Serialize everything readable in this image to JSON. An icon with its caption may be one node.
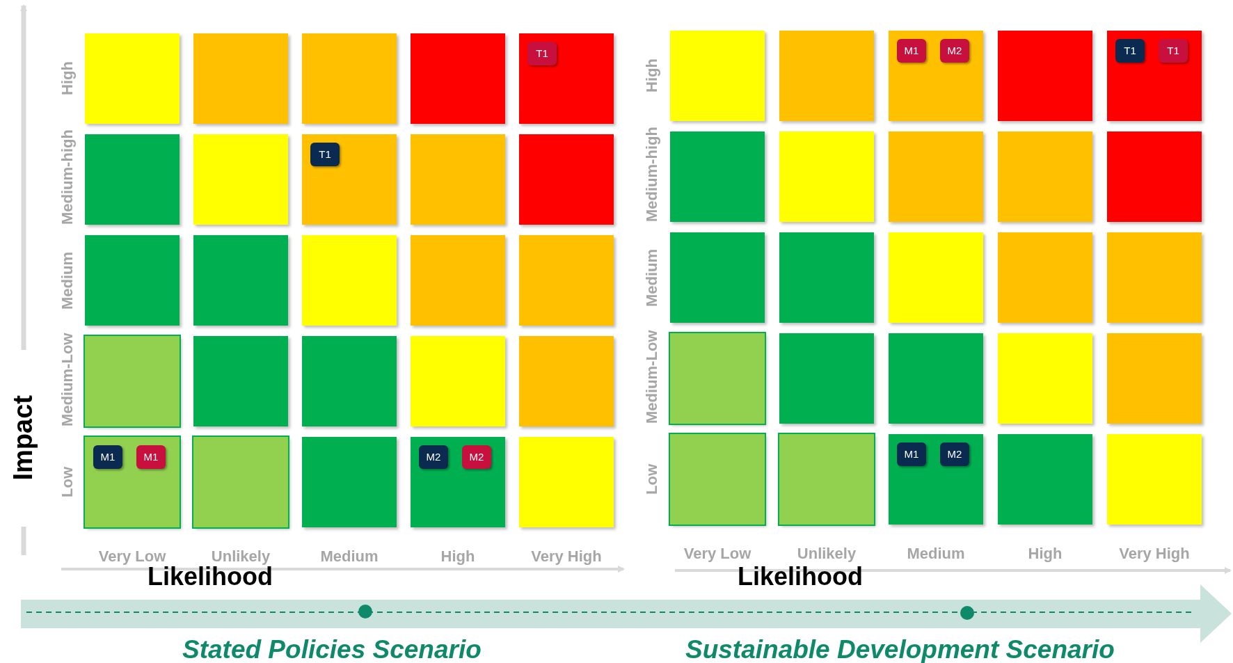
{
  "diagram": {
    "nodes": [
      {
        "text": [],
        "shape": "box"
      },
      {
        "text": [],
        "shape": "box"
      },
      {
        "text": [],
        "shape": "box"
      },
      {
        "text": [],
        "shape": "box"
      },
      {
        "text": [],
        "shape": "box"
      },
      {
        "text": [
          "T1"
        ],
        "in": 4
      },
      {
        "text": [],
        "shape": "box"
      },
      {
        "text": [],
        "shape": "box"
      },
      {
        "text": [],
        "shape": "box"
      },
      {
        "text": [
          "T1"
        ],
        "in": 8
      },
      {
        "text": [],
        "shape": "box"
      },
      {
        "text": [],
        "shape": "box"
      },
      {
        "text": [],
        "shape": "box"
      },
      {
        "text": [],
        "shape": "box"
      },
      {
        "text": [],
        "shape": "box"
      },
      {
        "text": [],
        "shape": "box"
      },
      {
        "text": [],
        "shape": "box"
      },
      {
        "text": [],
        "shape": "box"
      },
      {
        "text": [],
        "shape": "box"
      },
      {
        "text": [],
        "shape": "box"
      },
      {
        "text": [],
        "shape": "box"
      },
      {
        "text": [],
        "shape": "box"
      },
      {
        "text": [],
        "shape": "box"
      },
      {
        "text": [
          "M1"
        ],
        "in": 22
      },
      {
        "text": [
          "M1"
        ],
        "in": 22
      },
      {
        "text": [],
        "shape": "box"
      },
      {
        "text": [],
        "shape": "box"
      },
      {
        "text": [],
        "shape": "box"
      },
      {
        "text": [
          "M2"
        ],
        "in": 27
      },
      {
        "text": [
          "M2"
        ],
        "in": 27
      },
      {
        "text": [],
        "shape": "box"
      },
      {
        "text": [],
        "shape": "box"
      },
      {
        "text": [],
        "shape": "box"
      },
      {
        "text": [],
        "shape": "box"
      },
      {
        "text": [
          "M1"
        ],
        "in": 33
      },
      {
        "text": [
          "M2"
        ],
        "in": 33
      },
      {
        "text": [],
        "shape": "box"
      },
      {
        "text": [],
        "shape": "box"
      },
      {
        "text": [
          "T1"
        ],
        "in": 37
      },
      {
        "text": [
          "T1"
        ],
        "in": 37
      },
      {
        "text": [],
        "shape": "box"
      },
      {
        "text": [],
        "shape": "box"
      },
      {
        "text": [],
        "shape": "box"
      },
      {
        "text": [],
        "shape": "box"
      },
      {
        "text": [],
        "shape": "box"
      },
      {
        "text": [],
        "shape": "box"
      },
      {
        "text": [],
        "shape": "box"
      },
      {
        "text": [],
        "shape": "box"
      },
      {
        "text": [],
        "shape": "box"
      },
      {
        "text": [],
        "shape": "box"
      },
      {
        "text": [],
        "shape": "box"
      },
      {
        "text": [],
        "shape": "box"
      },
      {
        "text": [],
        "shape": "box"
      },
      {
        "text": [],
        "shape": "box"
      },
      {
        "text": [],
        "shape": "box"
      },
      {
        "text": [],
        "shape": "box"
      },
      {
        "text": [],
        "shape": "box"
      },
      {
        "text": [],
        "shape": "box"
      },
      {
        "text": [
          "M1"
        ],
        "in": 57
      },
      {
        "text": [
          "M2"
        ],
        "in": 57
      },
      {
        "text": [],
        "shape": "box"
      },
      {
        "text": [],
        "shape": "box"
      }
    ],
    "labels": [
      "Impact",
      "High",
      "Medium-high",
      "Medium",
      "Medium-Low",
      "Low",
      "Very Low",
      "Unlikely",
      "Medium",
      "High",
      "Very High",
      "Likelihood",
      "High",
      "Medium-high",
      "Medium",
      "Medium-Low",
      "Low",
      "Very Low",
      "Unlikely",
      "Medium",
      "High",
      "Very High",
      "Likelihood",
      "Stated Policies Scenario",
      "Sustainable Development Scenario"
    ]
  }
}
